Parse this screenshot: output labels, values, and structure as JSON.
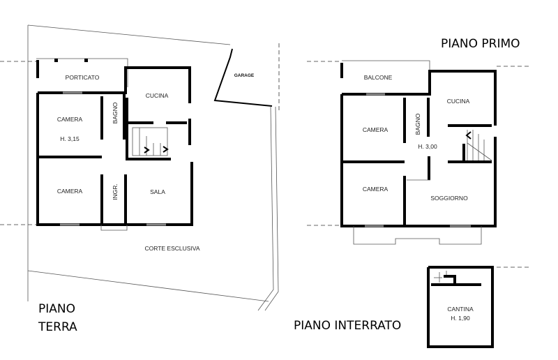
{
  "ground_floor": {
    "title_line1": "PIANO",
    "title_line2": "TERRA",
    "rooms": {
      "porticato": "PORTICATO",
      "cucina": "CUCINA",
      "camera_1": "CAMERA",
      "height": "H. 3,15",
      "bagno": "BAGNO",
      "camera_2": "CAMERA",
      "ingresso": "INGR.",
      "sala": "SALA",
      "corte": "CORTE ESCLUSIVA",
      "garage": "GARAGE"
    }
  },
  "first_floor": {
    "title": "PIANO PRIMO",
    "rooms": {
      "balcone": "BALCONE",
      "cucina": "CUCINA",
      "camera_1": "CAMERA",
      "bagno": "BAGNO",
      "height": "H. 3,00",
      "camera_2": "CAMERA",
      "soggiorno": "SOGGIORNO"
    }
  },
  "basement": {
    "title": "PIANO INTERRATO",
    "rooms": {
      "cantina": "CANTINA",
      "height": "H. 1,90"
    }
  }
}
